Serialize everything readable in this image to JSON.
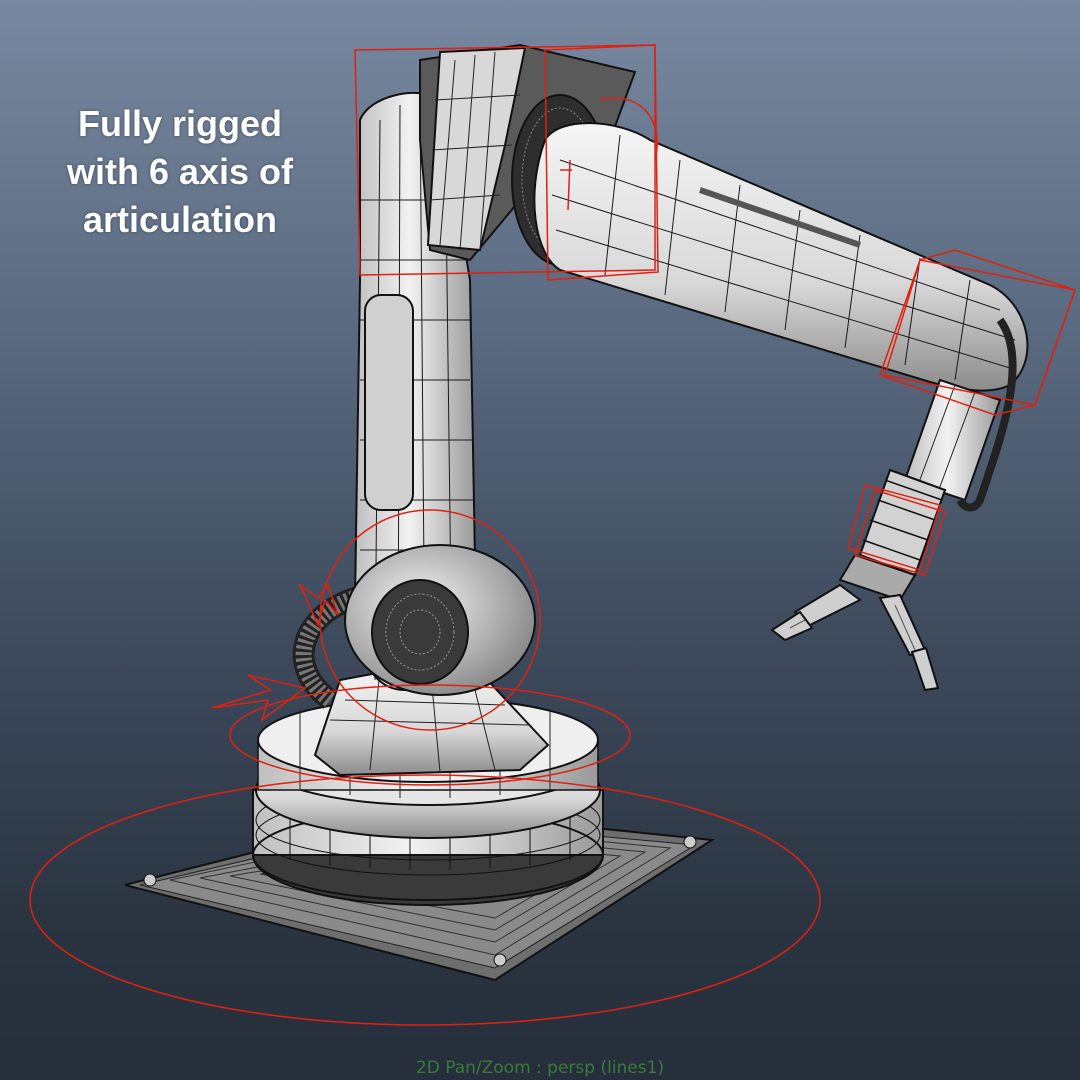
{
  "viewport": {
    "caption_lines": [
      "Fully rigged",
      "with 6 axis of",
      "articulation"
    ],
    "status_text": "2D Pan/Zoom : persp (lines1)"
  },
  "colors": {
    "background_top": "#7888a0",
    "background_bottom": "#252e3a",
    "model_surface": "#e6e6e6",
    "wireframe": "#111111",
    "rig_controls": "#e02010",
    "status_text": "#3a8a3a"
  },
  "scene": {
    "object": "industrial robot arm",
    "mode": "wireframe on shaded",
    "controls": [
      "base-rotate",
      "shoulder-rotate",
      "upper-arm-box",
      "elbow-box",
      "wrist-box",
      "gripper-box"
    ]
  }
}
